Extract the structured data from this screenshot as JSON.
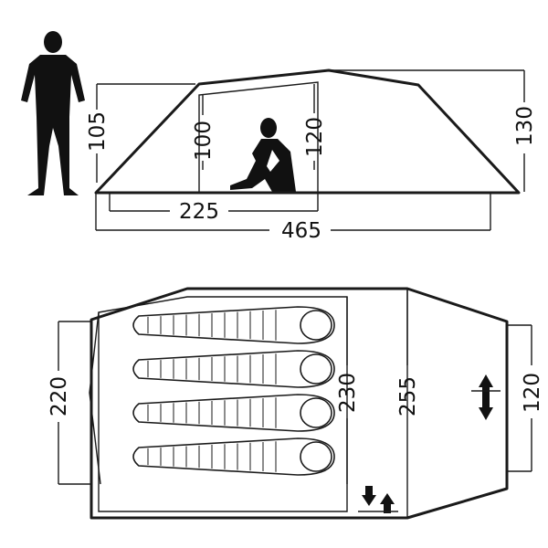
{
  "side_view": {
    "dims": {
      "left_height": "105",
      "inner_height": "100",
      "peak_height": "120",
      "right_height": "130",
      "inner_length": "225",
      "total_length": "465"
    }
  },
  "floor_plan": {
    "dims": {
      "left_width": "220",
      "inner_width": "230",
      "vestibule_width": "255",
      "door_width": "120"
    },
    "sleeping_bag_count": 4
  },
  "colors": {
    "line": "#1a1a1a",
    "fill": "#ffffff",
    "silhouette": "#111111"
  },
  "icons": [
    "standing-person-icon",
    "sitting-person-icon",
    "sleeping-bag-icon",
    "ventilation-arrows-icon"
  ]
}
